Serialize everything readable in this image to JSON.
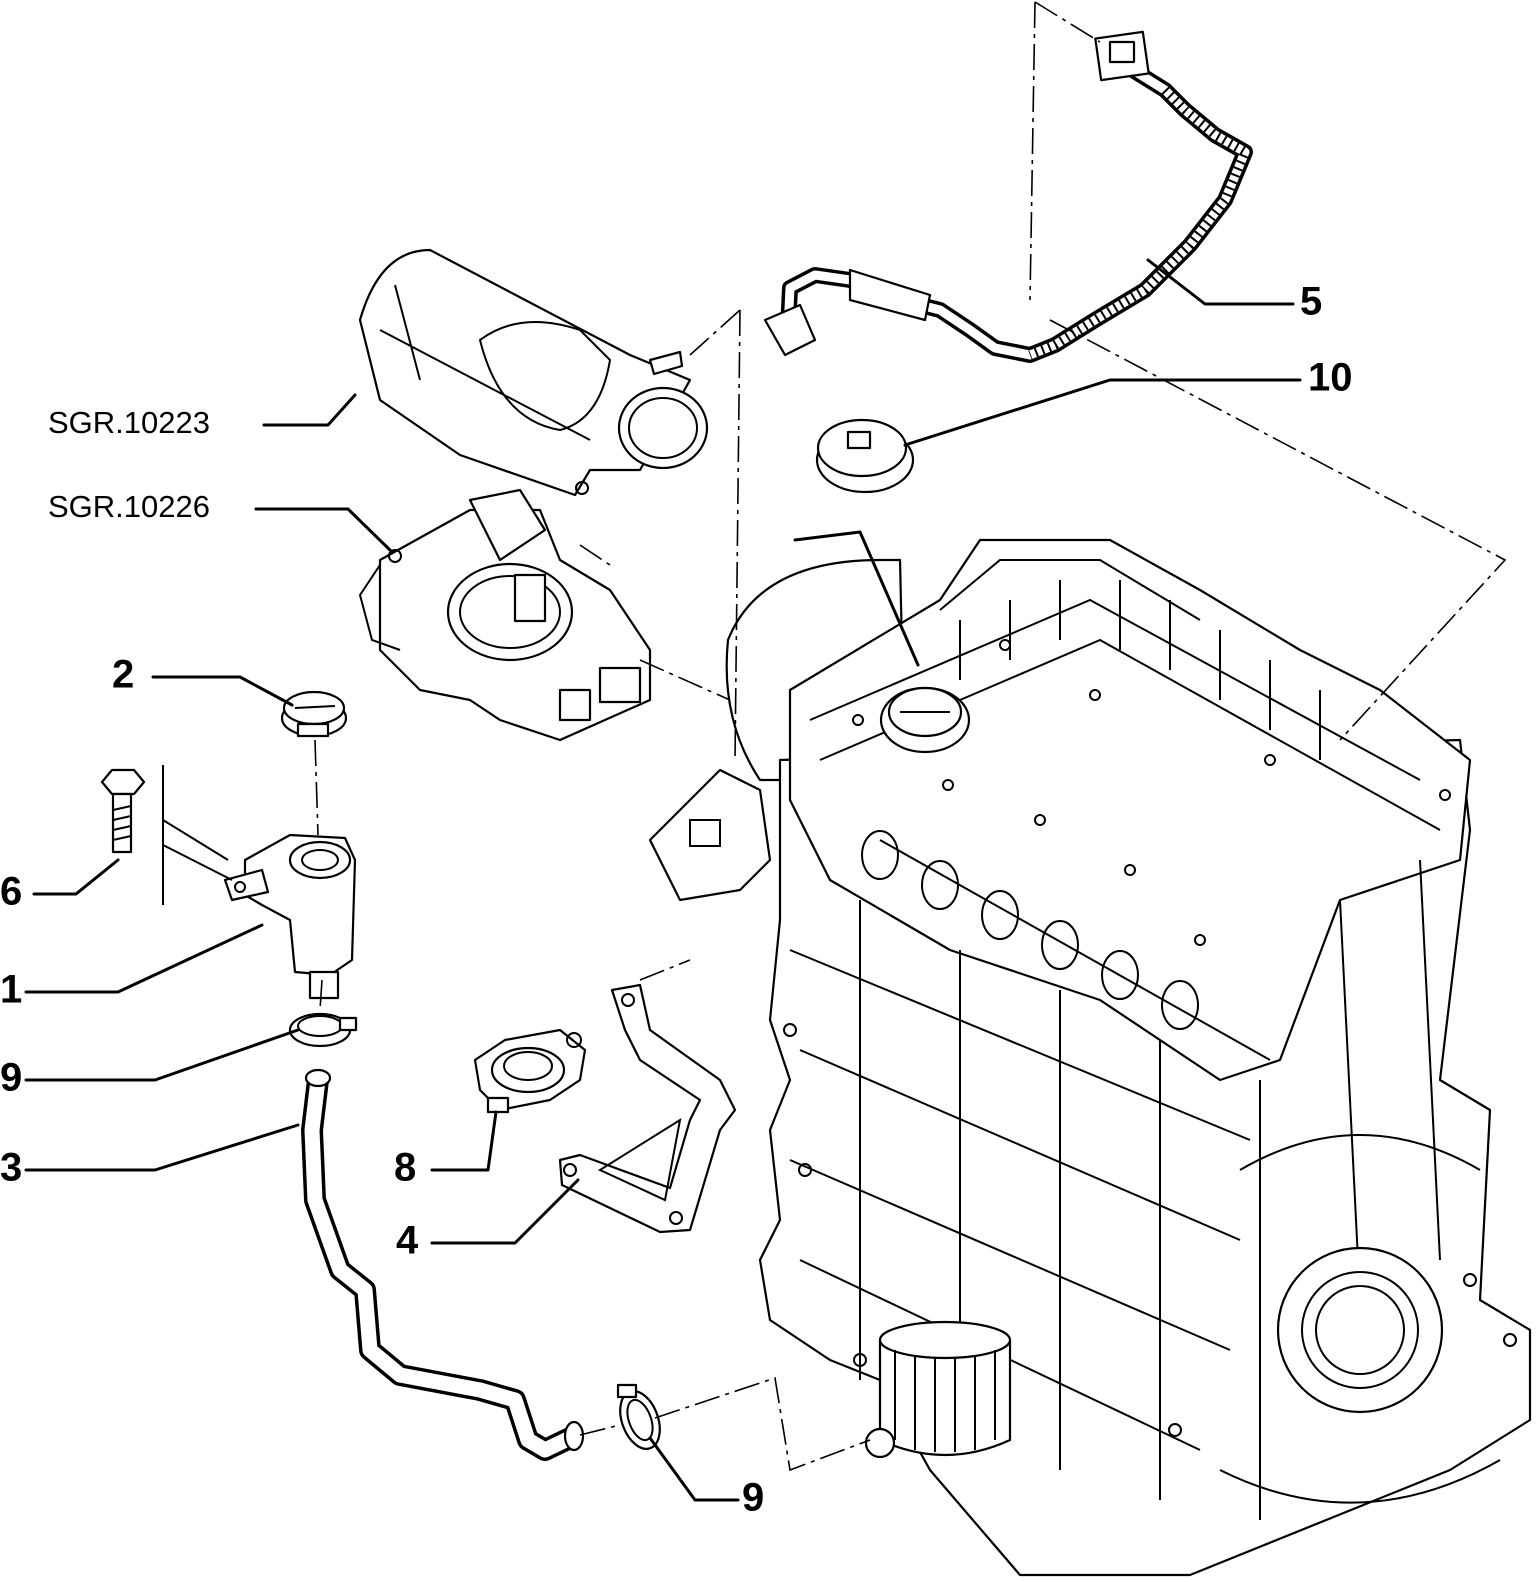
{
  "diagram": {
    "callouts": {
      "c1": "1",
      "c2": "2",
      "c3": "3",
      "c4": "4",
      "c5": "5",
      "c6": "6",
      "c8": "8",
      "c9a": "9",
      "c9b": "9",
      "c10": "10"
    },
    "references": {
      "air_intake": "SGR.10223",
      "throttle_body": "SGR.10226"
    }
  }
}
